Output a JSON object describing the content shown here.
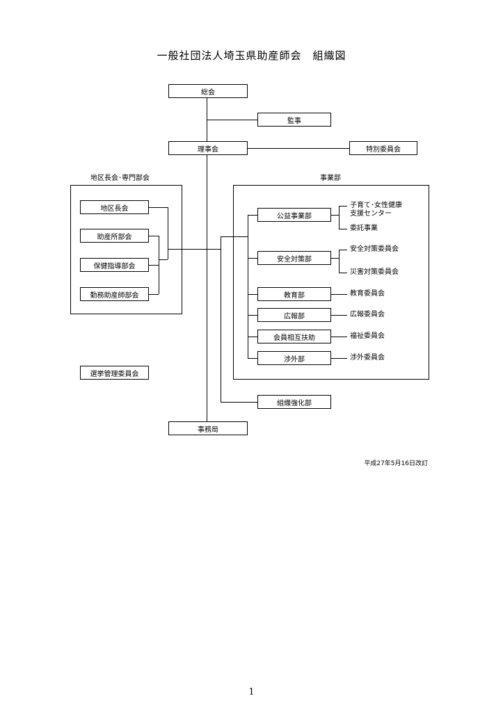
{
  "title": "一般社団法人埼玉県助産師会　組織図",
  "nodes": {
    "soukai": "総会",
    "kanji": "監事",
    "rijikai": "理事会",
    "tokubetsu": "特別委員会",
    "chikucho": "地区長会",
    "josansho": "助産所部会",
    "hoken": "保健指導部会",
    "kinmu": "勤務助産師部会",
    "senkyo": "選挙管理委員会",
    "koueki": "公益事業部",
    "anzen": "安全対策部",
    "kyoiku": "教育部",
    "kouho": "広報部",
    "kaiin": "会員相互扶助",
    "shogai": "渉外部",
    "soshiki": "組織強化部",
    "jimukyoku": "事務局"
  },
  "groups": {
    "chiku_label": "地区長会･専門部会",
    "jigyo_label": "事業部"
  },
  "sub_items": {
    "kosodate_line1": "子育て･女性健康",
    "kosodate_line2": "支援センター",
    "itaku": "委託事業",
    "anzen_iin": "安全対策委員会",
    "saigai_iin": "災害対策委員会",
    "kyoiku_iin": "教育委員会",
    "kouho_iin": "広報委員会",
    "fukushi_iin": "福祉委員会",
    "shogai_iin": "渉外委員会"
  },
  "revision_date": "平成27年5月16日改訂",
  "page_number": "1"
}
